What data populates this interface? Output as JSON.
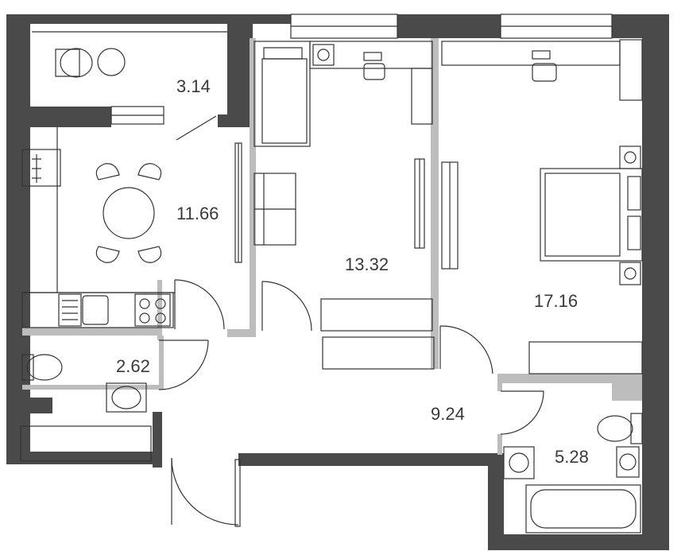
{
  "rooms": [
    {
      "id": "balcony",
      "area": "3.14"
    },
    {
      "id": "kitchen",
      "area": "11.66"
    },
    {
      "id": "bedroom-1",
      "area": "13.32"
    },
    {
      "id": "bedroom-2",
      "area": "17.16"
    },
    {
      "id": "toilet",
      "area": "2.62"
    },
    {
      "id": "hall",
      "area": "9.24"
    },
    {
      "id": "bathroom",
      "area": "5.28"
    }
  ],
  "colors": {
    "wall": "#4a4a4b",
    "partition": "#bdbdbd",
    "line": "#333333",
    "text": "#3a3a3a"
  }
}
